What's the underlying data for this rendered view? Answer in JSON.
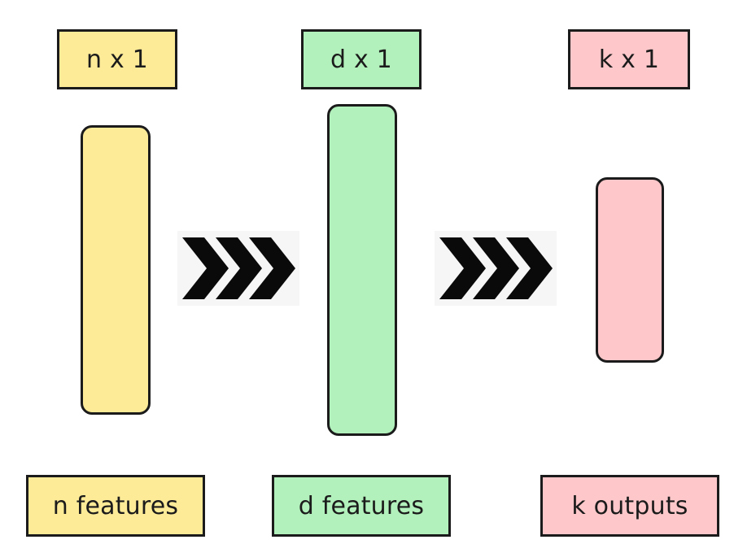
{
  "colors": {
    "yellow": "#fdeb98",
    "green": "#b2f1bb",
    "pink": "#fec8ca",
    "outline": "#1b1b1b",
    "chevron": "#0a0a0a"
  },
  "layers": [
    {
      "dim_label": "n x 1",
      "caption": "n features"
    },
    {
      "dim_label": "d x 1",
      "caption": "d features"
    },
    {
      "dim_label": "k x 1",
      "caption": "k outputs"
    }
  ],
  "connectors": [
    {
      "icon": "triple-chevron-right-icon"
    },
    {
      "icon": "triple-chevron-right-icon"
    }
  ]
}
